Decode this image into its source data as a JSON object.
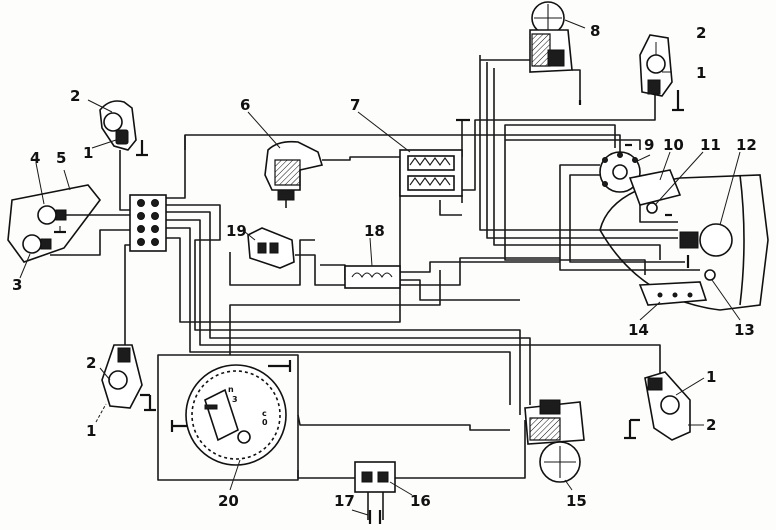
{
  "labels": {
    "l1a": "1",
    "l1b": "1",
    "l1c": "1",
    "l1d": "1",
    "l2a": "2",
    "l2b": "2",
    "l2c": "2",
    "l2d": "2",
    "l3": "3",
    "l4": "4",
    "l5": "5",
    "l6": "6",
    "l7": "7",
    "l8": "8",
    "l9": "9",
    "l10": "10",
    "l11": "11",
    "l12": "12",
    "l13": "13",
    "l14": "14",
    "l15": "15",
    "l16": "16",
    "l17": "17",
    "l18": "18",
    "l19": "19",
    "l20": "20"
  },
  "generator_marks": {
    "m1": "n",
    "m2": "3",
    "m3": "c",
    "m4": "0"
  }
}
